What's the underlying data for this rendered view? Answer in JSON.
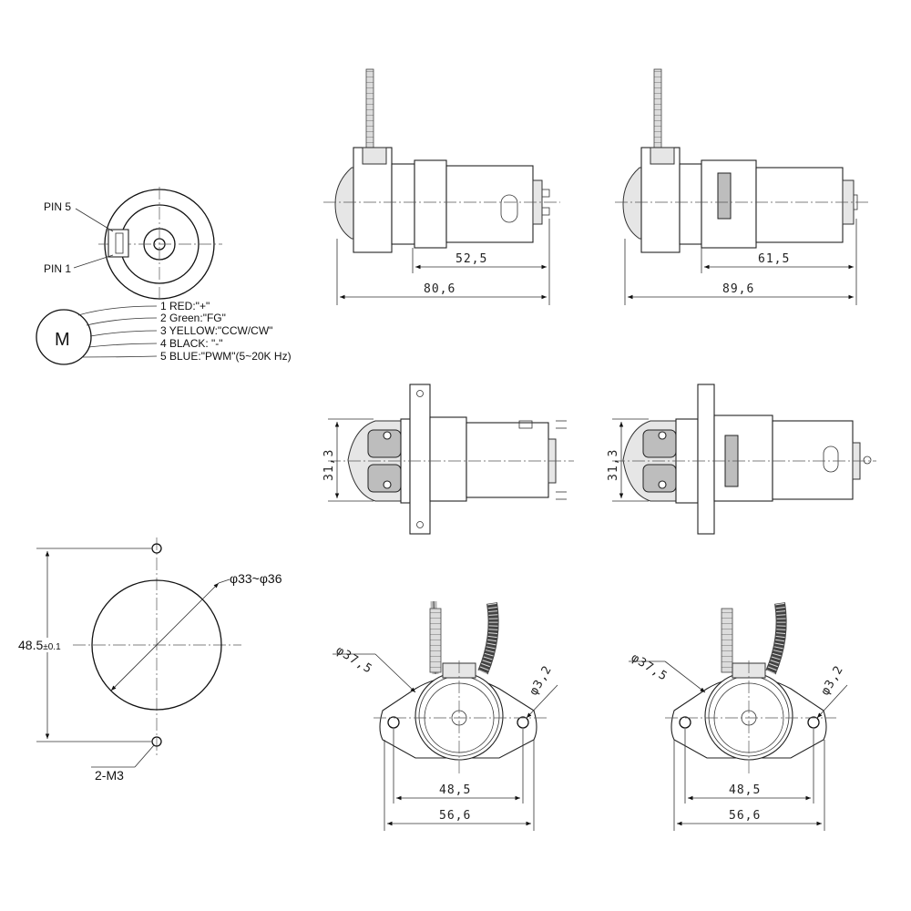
{
  "connector": {
    "pin5_label": "PIN 5",
    "pin1_label": "PIN 1"
  },
  "wiring": {
    "motor_symbol": "M",
    "pins": [
      {
        "text": "1 RED:\"+\""
      },
      {
        "text": "2 Green:\"FG\""
      },
      {
        "text": "3 YELLOW:\"CCW/CW\""
      },
      {
        "text": "4 BLACK: \"-\""
      },
      {
        "text": "5 BLUE:\"PWM\"(5~20K Hz)"
      }
    ]
  },
  "mounting": {
    "hole_spacing_main": "48.5",
    "hole_spacing_tol": "±0.1",
    "hole_label": "2-M3",
    "bore_label": "φ33~φ36"
  },
  "side_views": [
    {
      "motor_length": "52,5",
      "total_length": "80,6"
    },
    {
      "motor_length": "61,5",
      "total_length": "89,6"
    }
  ],
  "top_views": [
    {
      "height": "31,3"
    },
    {
      "height": "31,3"
    }
  ],
  "front_views": [
    {
      "body_dia": "φ37,5",
      "hole_dia": "φ3,2",
      "hole_spacing": "48,5",
      "flange_width": "56,6"
    },
    {
      "body_dia": "φ37,5",
      "hole_dia": "φ3,2",
      "hole_spacing": "48,5",
      "flange_width": "56,6"
    }
  ]
}
